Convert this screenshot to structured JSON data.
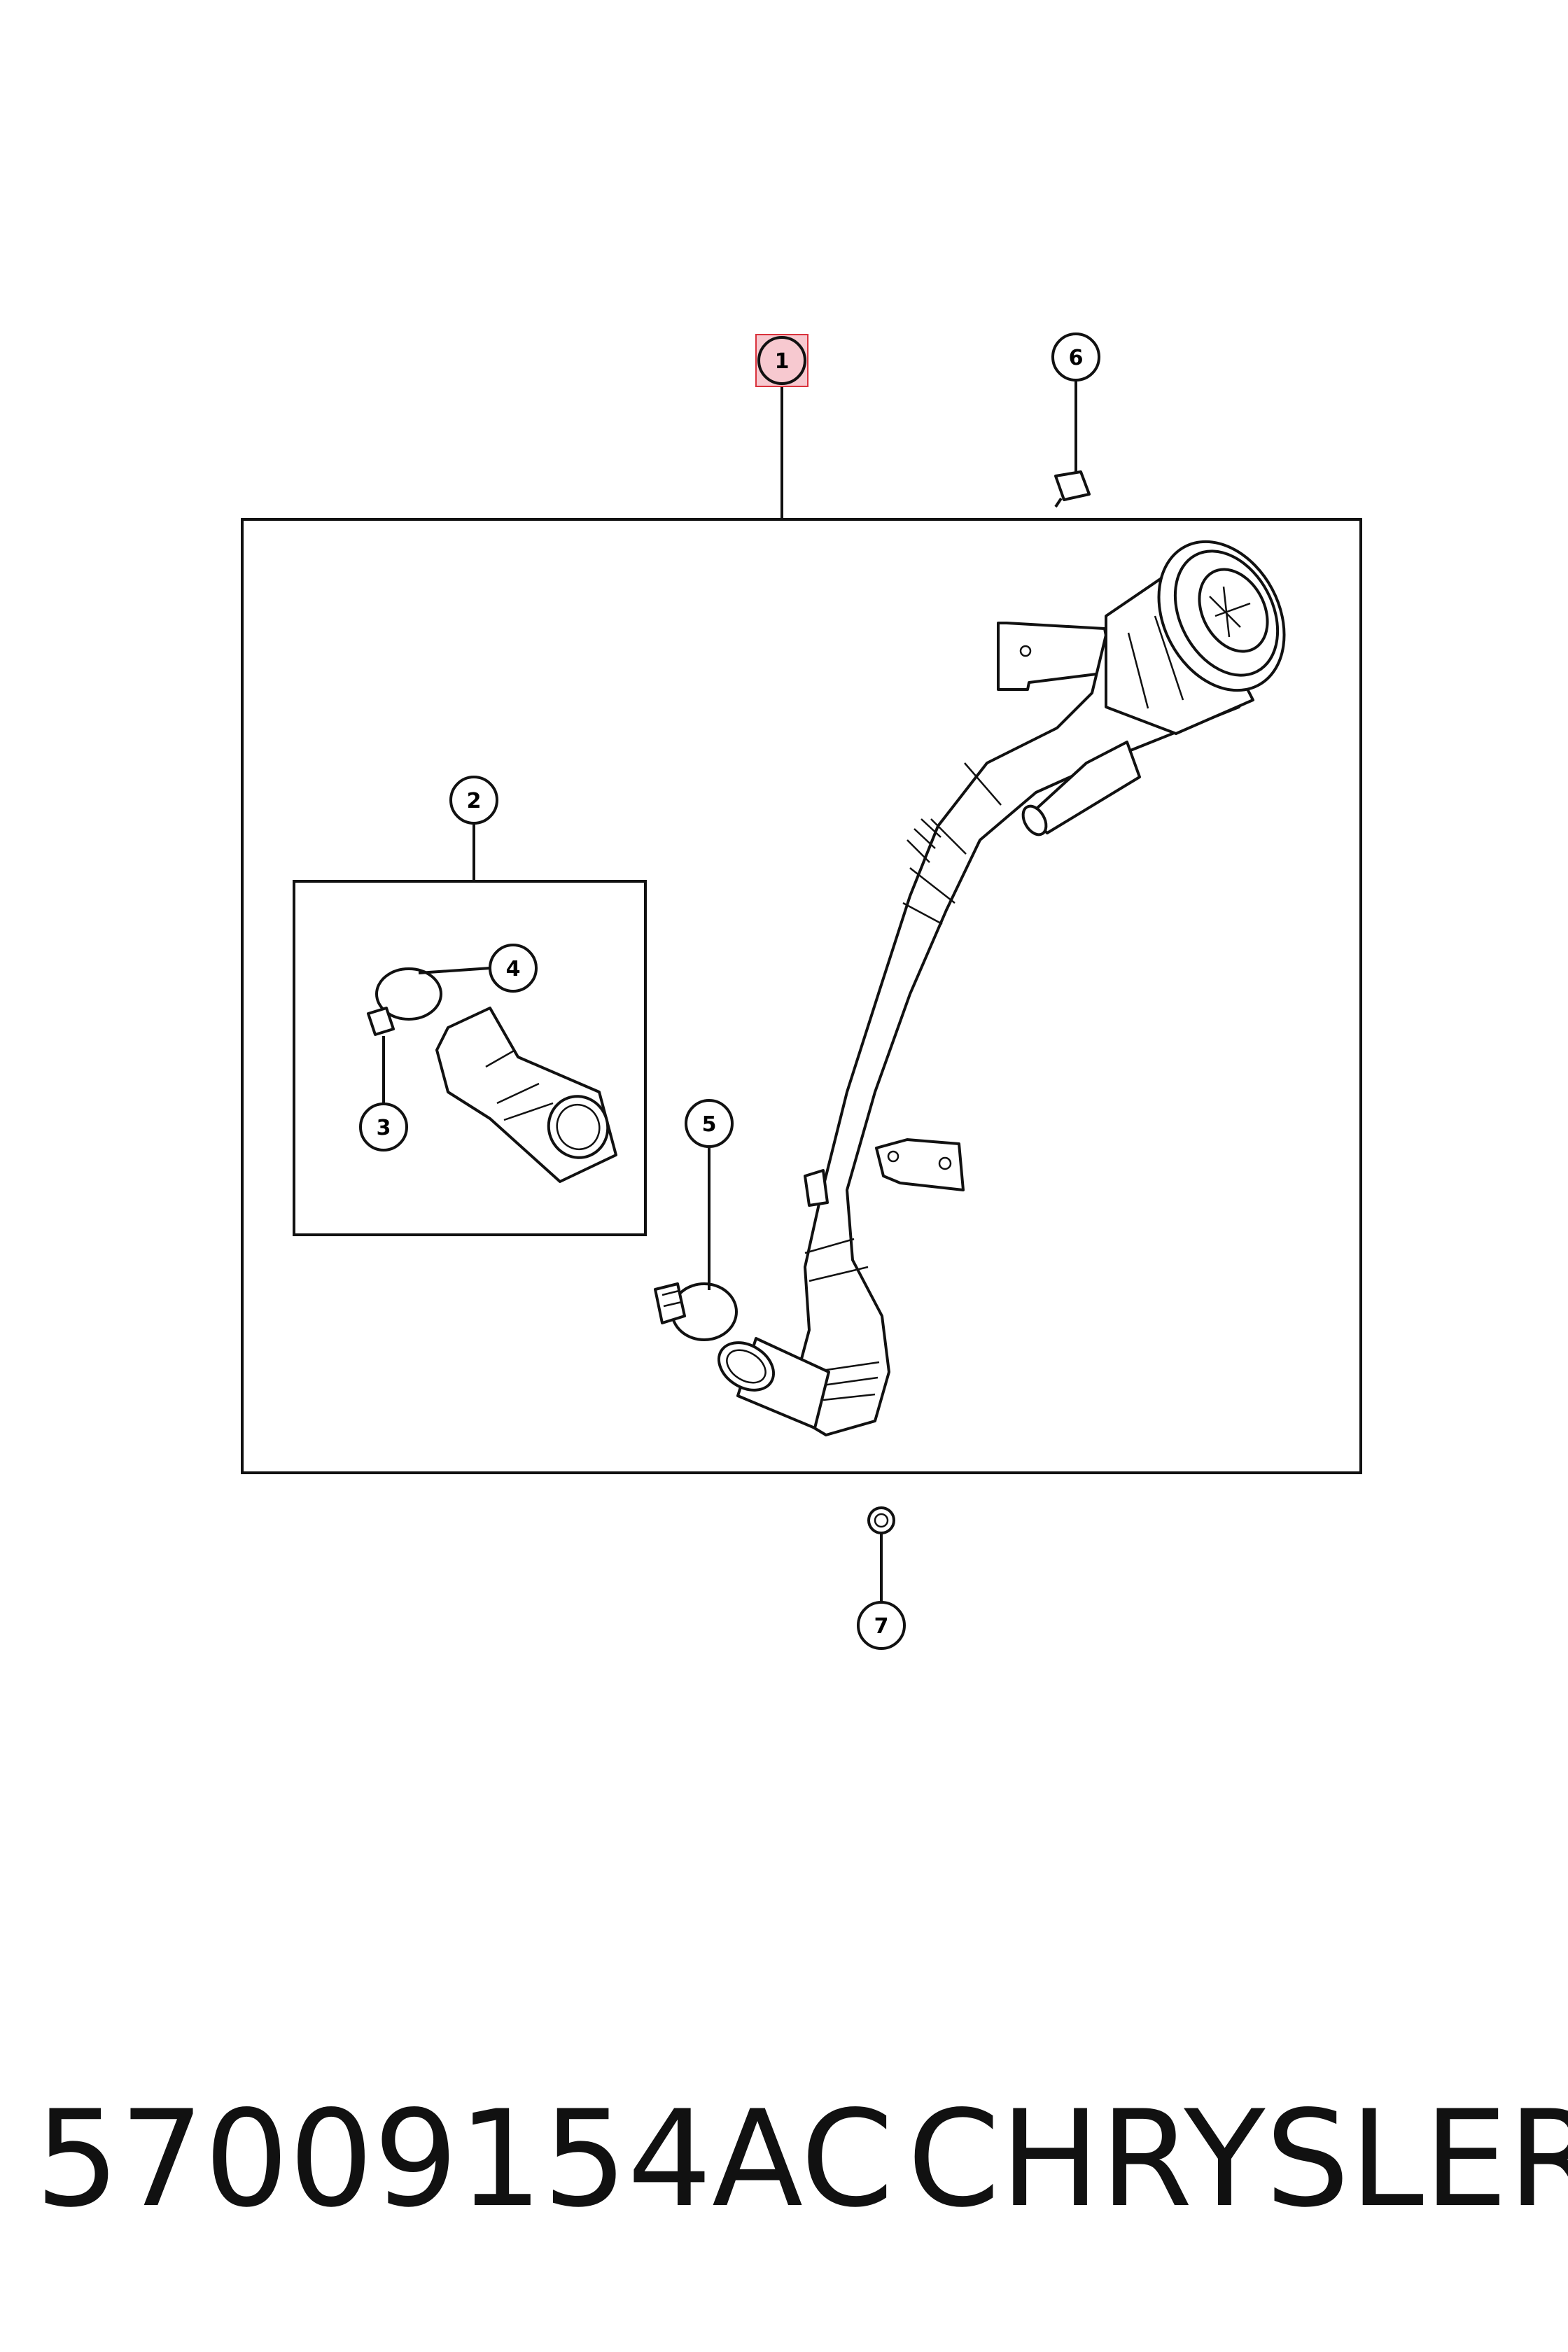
{
  "diagram": {
    "callouts": [
      {
        "label": "1",
        "highlighted": true
      },
      {
        "label": "2",
        "highlighted": false
      },
      {
        "label": "3",
        "highlighted": false
      },
      {
        "label": "4",
        "highlighted": false
      },
      {
        "label": "5",
        "highlighted": false
      },
      {
        "label": "6",
        "highlighted": false
      },
      {
        "label": "7",
        "highlighted": false
      }
    ],
    "highlight_color": "#f7c9d0",
    "highlight_border_color": "#d9323c"
  },
  "footer": {
    "part_number": "57009154AC",
    "brand": "CHRYSLER"
  }
}
